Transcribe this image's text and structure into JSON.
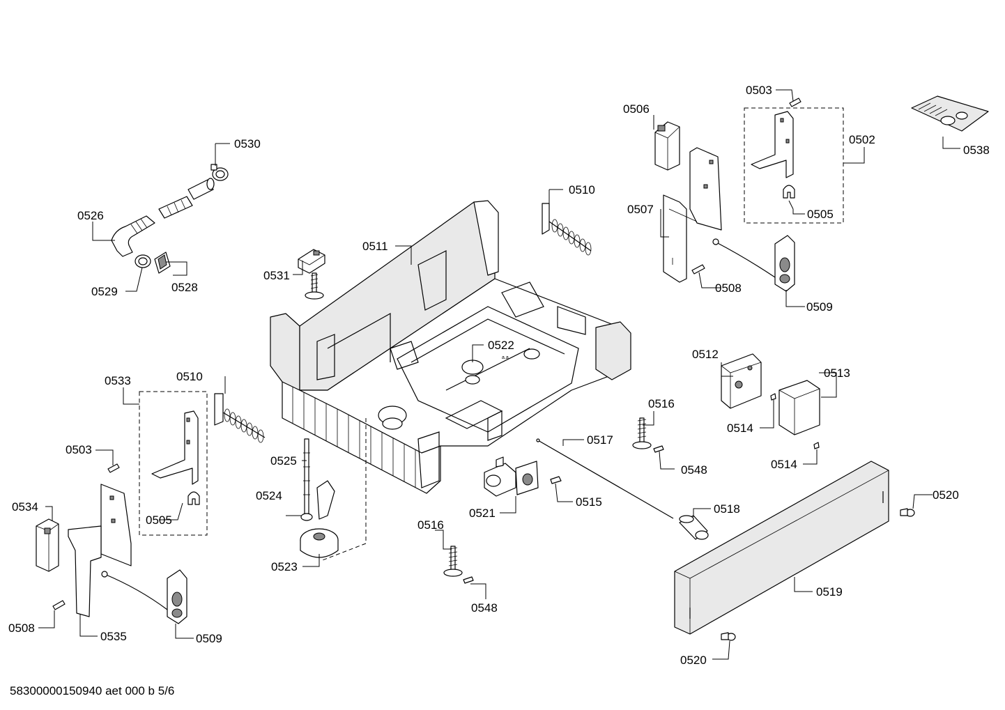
{
  "labels": {
    "l0503a": "0503",
    "l0503b": "0503",
    "l0506": "0506",
    "l0502": "0502",
    "l0538": "0538",
    "l0530": "0530",
    "l0526": "0526",
    "l0529": "0529",
    "l0528": "0528",
    "l0510a": "0510",
    "l0510b": "0510",
    "l0511": "0511",
    "l0531": "0531",
    "l0507": "0507",
    "l0505a": "0505",
    "l0505b": "0505",
    "l0508a": "0508",
    "l0508b": "0508",
    "l0509a": "0509",
    "l0509b": "0509",
    "l0522": "0522",
    "l0512": "0512",
    "l0513": "0513",
    "l0514a": "0514",
    "l0514b": "0514",
    "l0516a": "0516",
    "l0516b": "0516",
    "l0548a": "0548",
    "l0548b": "0548",
    "l0517": "0517",
    "l0533": "0533",
    "l0534": "0534",
    "l0535": "0535",
    "l0525": "0525",
    "l0524": "0524",
    "l0523": "0523",
    "l0521": "0521",
    "l0515": "0515",
    "l0518": "0518",
    "l0519": "0519",
    "l0520a": "0520",
    "l0520b": "0520"
  },
  "footer": {
    "drawing_code": "58300000150940 aet 000 b 5/6"
  }
}
